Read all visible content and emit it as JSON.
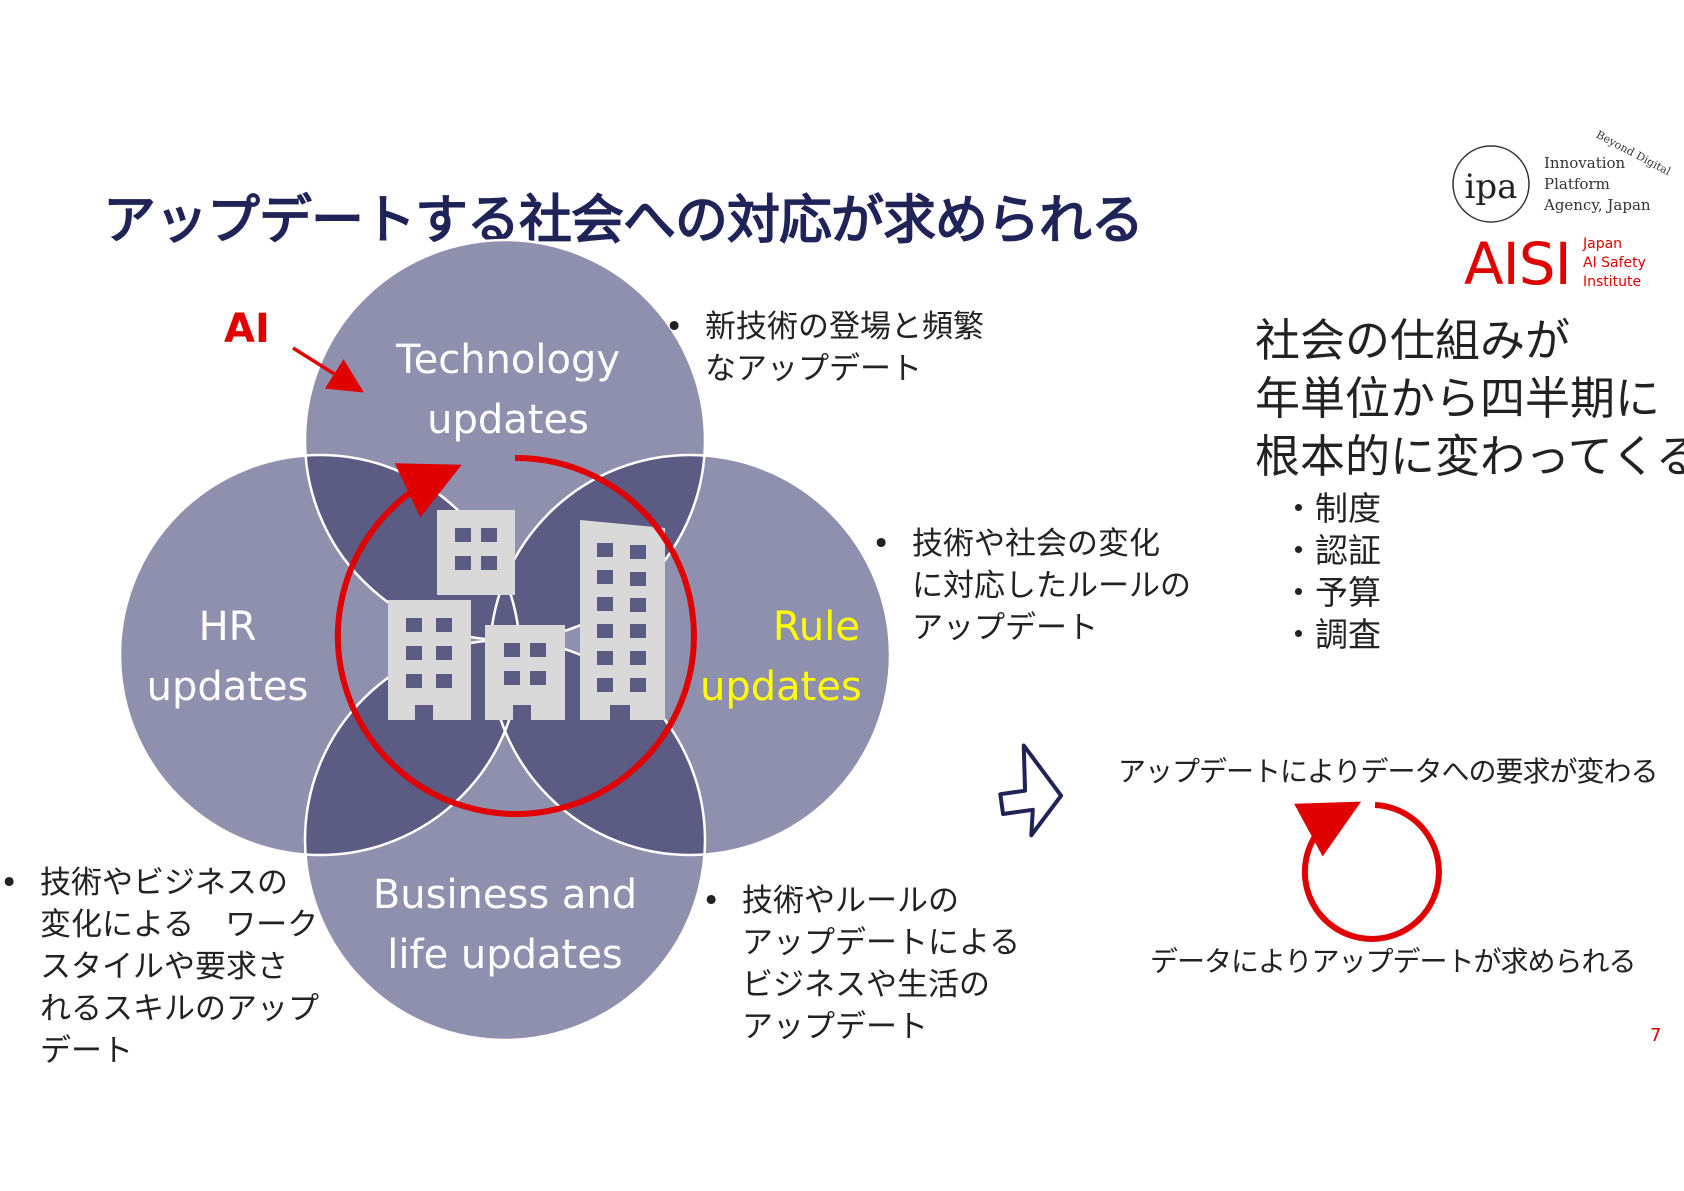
{
  "title": "アップデートする社会への対応が求められる",
  "ai_label": "AI",
  "circles": {
    "technology": [
      "Technology",
      "updates"
    ],
    "hr": [
      "HR",
      "updates"
    ],
    "rule": [
      "Rule",
      "updates"
    ],
    "business": [
      "Business and",
      "life updates"
    ]
  },
  "colors": {
    "circle": "#8f8fae",
    "overlap": "#5b5b84",
    "accent_red": "#e00000",
    "rule_text": "#ffff00",
    "title": "#1f2357",
    "building": "#d9d9d9"
  },
  "bullets": {
    "technology": [
      "新技術の登場と頻繁",
      "なアップデート"
    ],
    "rule": [
      "技術や社会の変化",
      "に対応したルールの",
      "アップデート"
    ],
    "hr": [
      "技術やビジネスの",
      "変化による　ワーク",
      "スタイルや要求さ",
      "れるスキルのアップ",
      "デート"
    ],
    "business": [
      "技術やルールの",
      "アップデートによる",
      "ビジネスや生活の",
      "アップデート"
    ],
    "bullet_mark": "•"
  },
  "right_panel": {
    "heading": [
      "社会の仕組みが",
      "年単位から四半期に",
      "根本的に変わってくる"
    ],
    "items": [
      "・制度",
      "・認証",
      "・予算",
      "・調査"
    ]
  },
  "cycle": {
    "top": "アップデートによりデータへの要求が変わる",
    "bottom": "データによりアップデートが求められる"
  },
  "logo": {
    "ipa": "ipa",
    "ipa_lines": [
      "Innovation",
      "Platform",
      "Agency, Japan"
    ],
    "beyond": "Beyond Digital",
    "aisi": "AISI",
    "aisi_lines": [
      "Japan",
      "AI Safety",
      "Institute"
    ]
  },
  "page_number": "7"
}
